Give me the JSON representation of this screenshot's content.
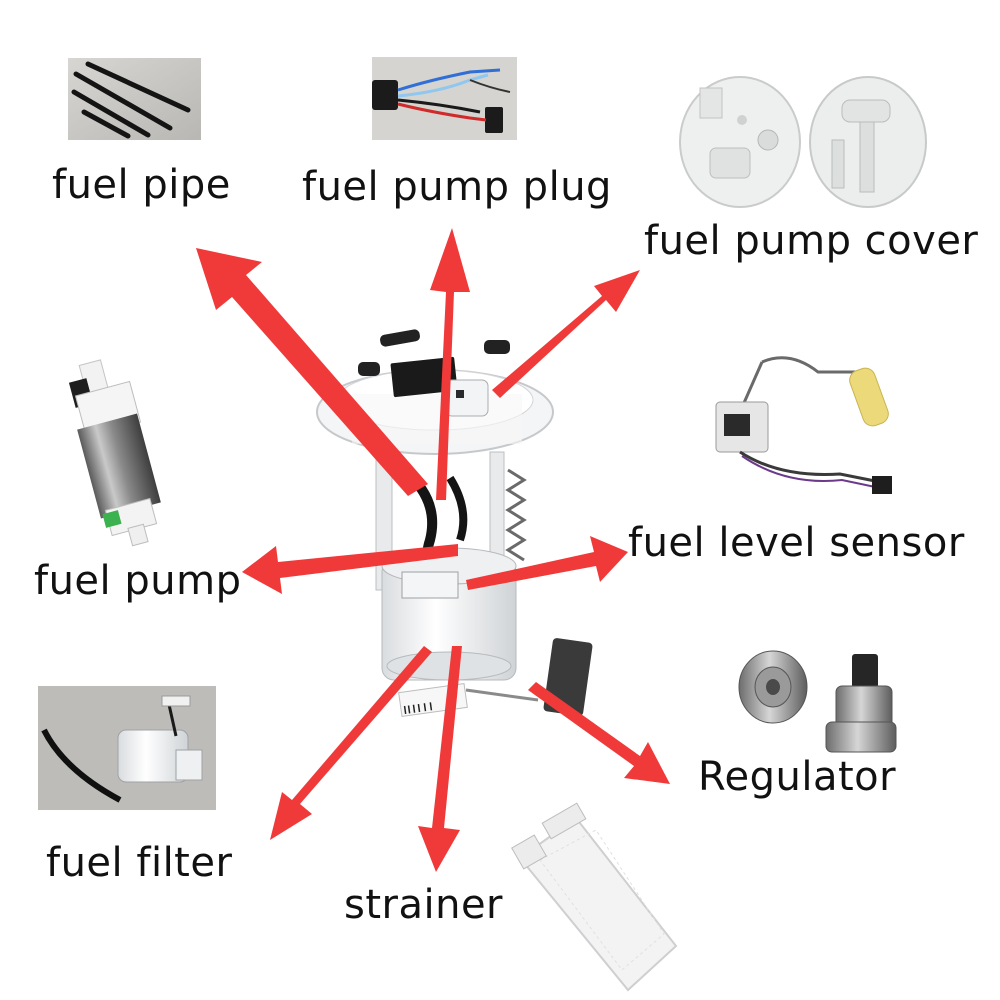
{
  "labels": {
    "fuel_pipe": "fuel pipe",
    "fuel_pump_plug": "fuel pump plug",
    "fuel_pump_cover": "fuel pump cover",
    "fuel_level_sensor": "fuel level sensor",
    "fuel_pump": "fuel pump",
    "regulator": "Regulator",
    "fuel_filter": "fuel filter",
    "strainer": "strainer"
  },
  "colors": {
    "arrow": "#f03a3a",
    "label_text": "#111111",
    "background": "#ffffff"
  },
  "icons": {
    "fuel_pipe": "fuel-pipe-photo",
    "fuel_pump_plug": "wiring-harness-photo",
    "fuel_pump_cover": "pump-cover-photo",
    "fuel_level_sensor": "level-sensor-photo",
    "fuel_pump": "fuel-pump-photo",
    "regulator": "pressure-regulator-photo",
    "fuel_filter": "fuel-filter-photo",
    "strainer": "strainer-photo",
    "assembly": "fuel-pump-assembly-photo"
  }
}
